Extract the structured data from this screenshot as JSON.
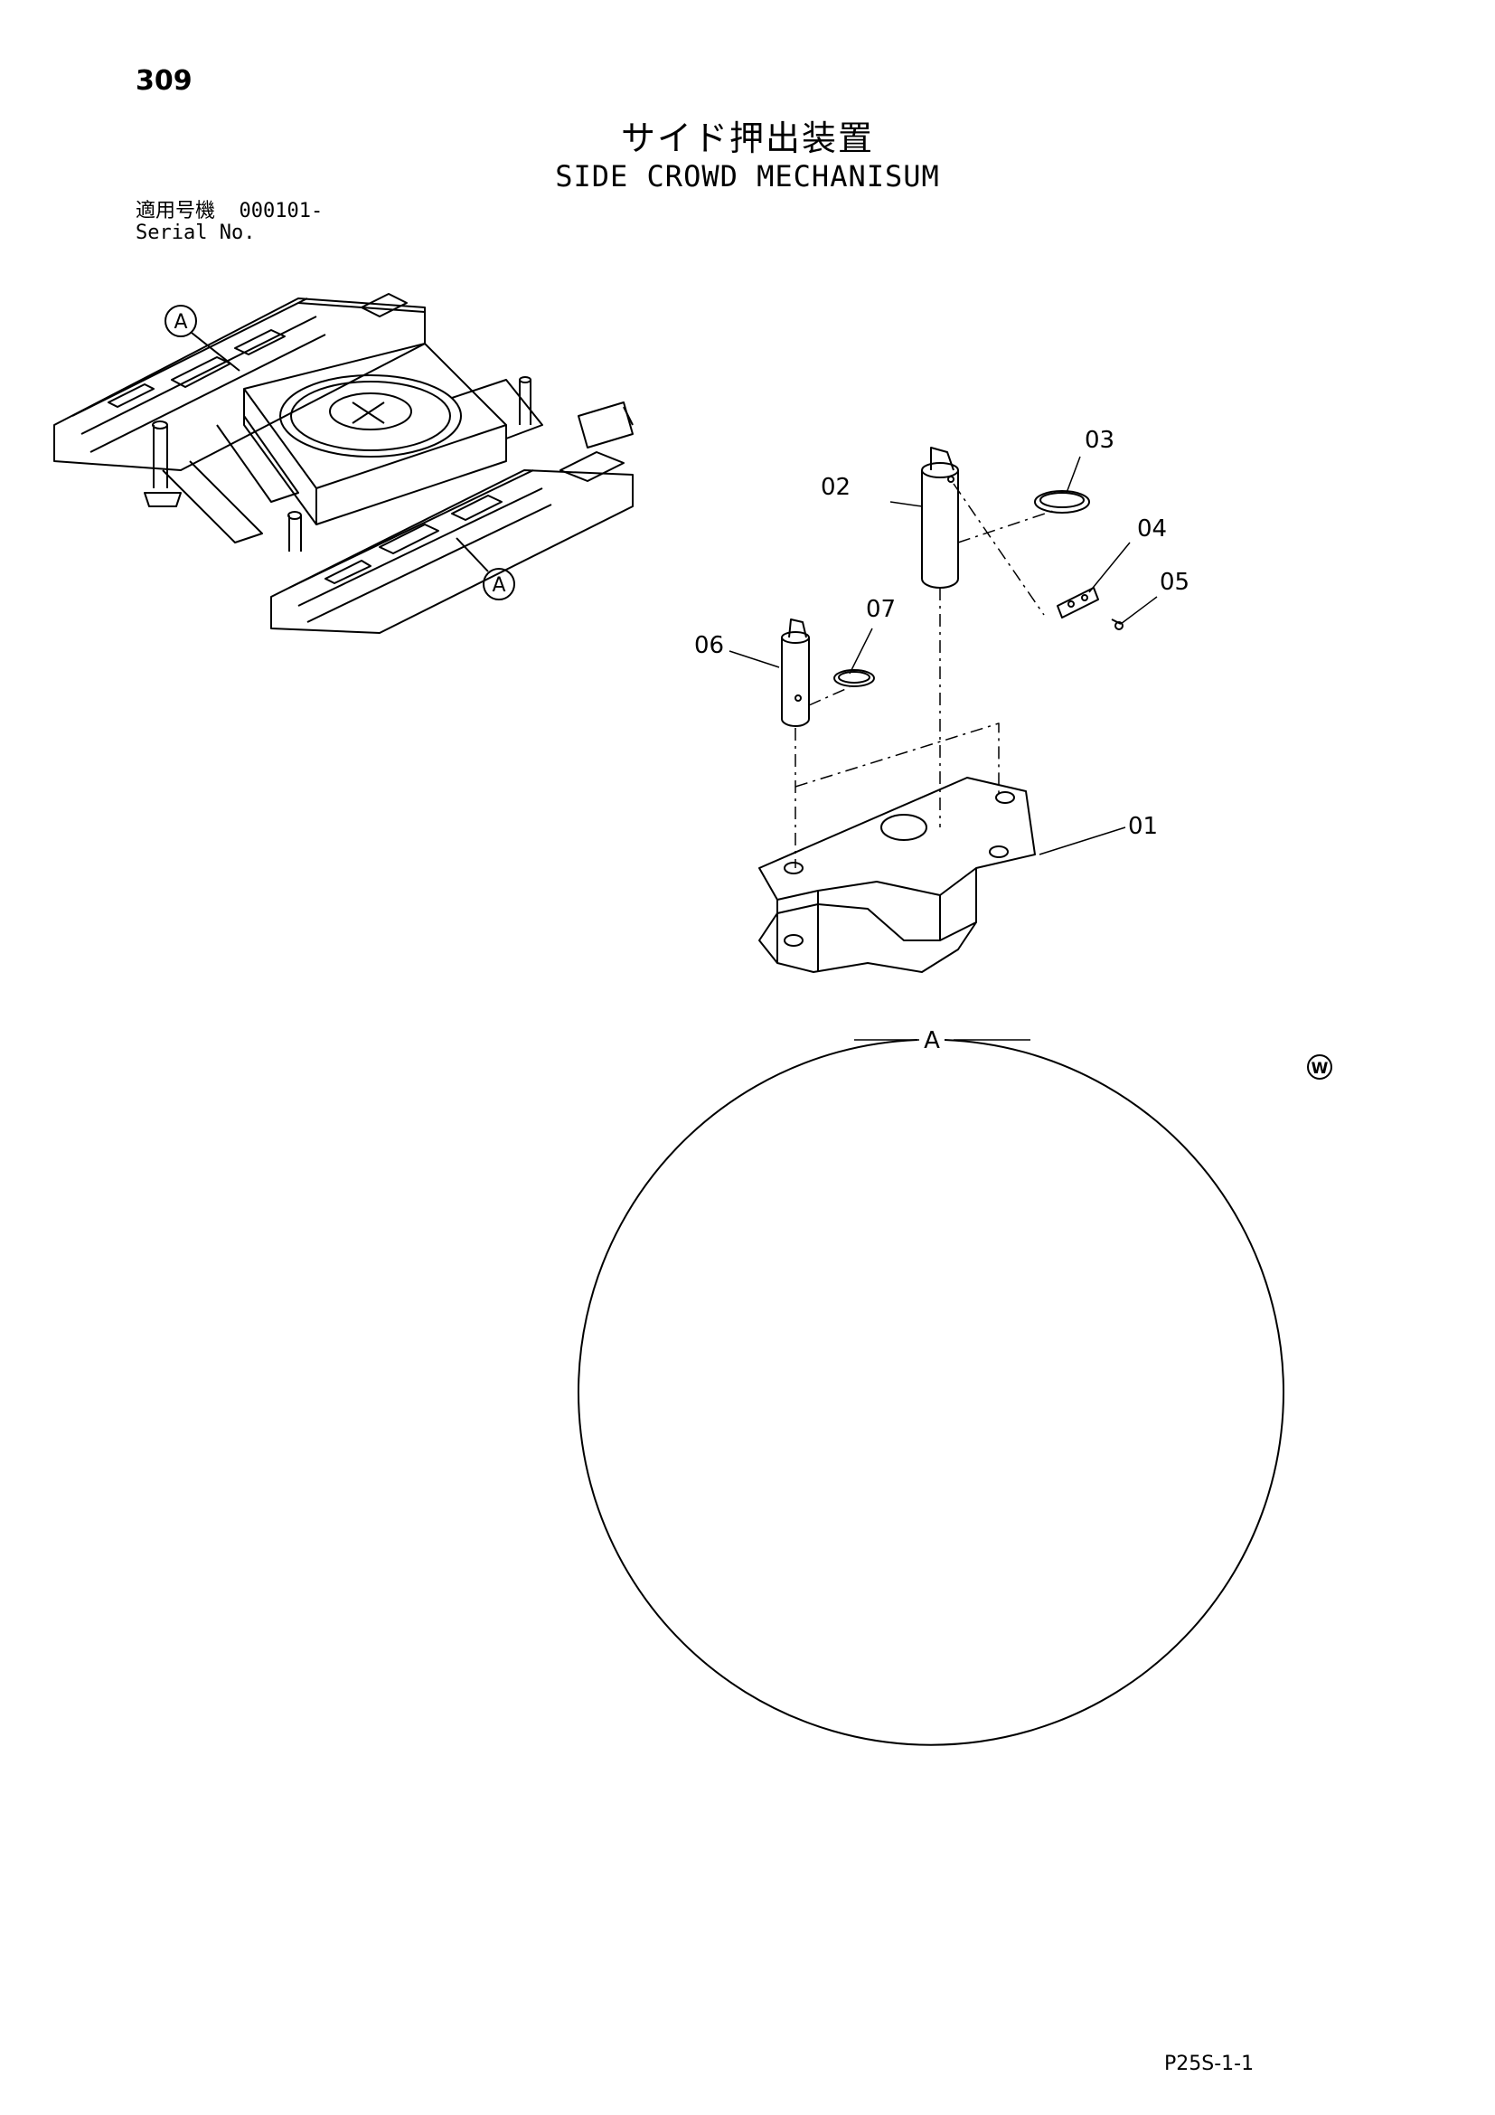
{
  "page": {
    "number": "309",
    "title_jp": "サイド押出装置",
    "title_en": "SIDE CROWD MECHANISUM",
    "serial_label_jp": "適用号機",
    "serial_value": "000101-",
    "serial_label_en": "Serial No.",
    "drawing_code": "P25S-1-1"
  },
  "diagram": {
    "callout_marker": "A",
    "detail_label": "A",
    "corner_mark": "W",
    "parts": [
      {
        "id": "01"
      },
      {
        "id": "02"
      },
      {
        "id": "03"
      },
      {
        "id": "04"
      },
      {
        "id": "05"
      },
      {
        "id": "06"
      },
      {
        "id": "07"
      }
    ]
  }
}
